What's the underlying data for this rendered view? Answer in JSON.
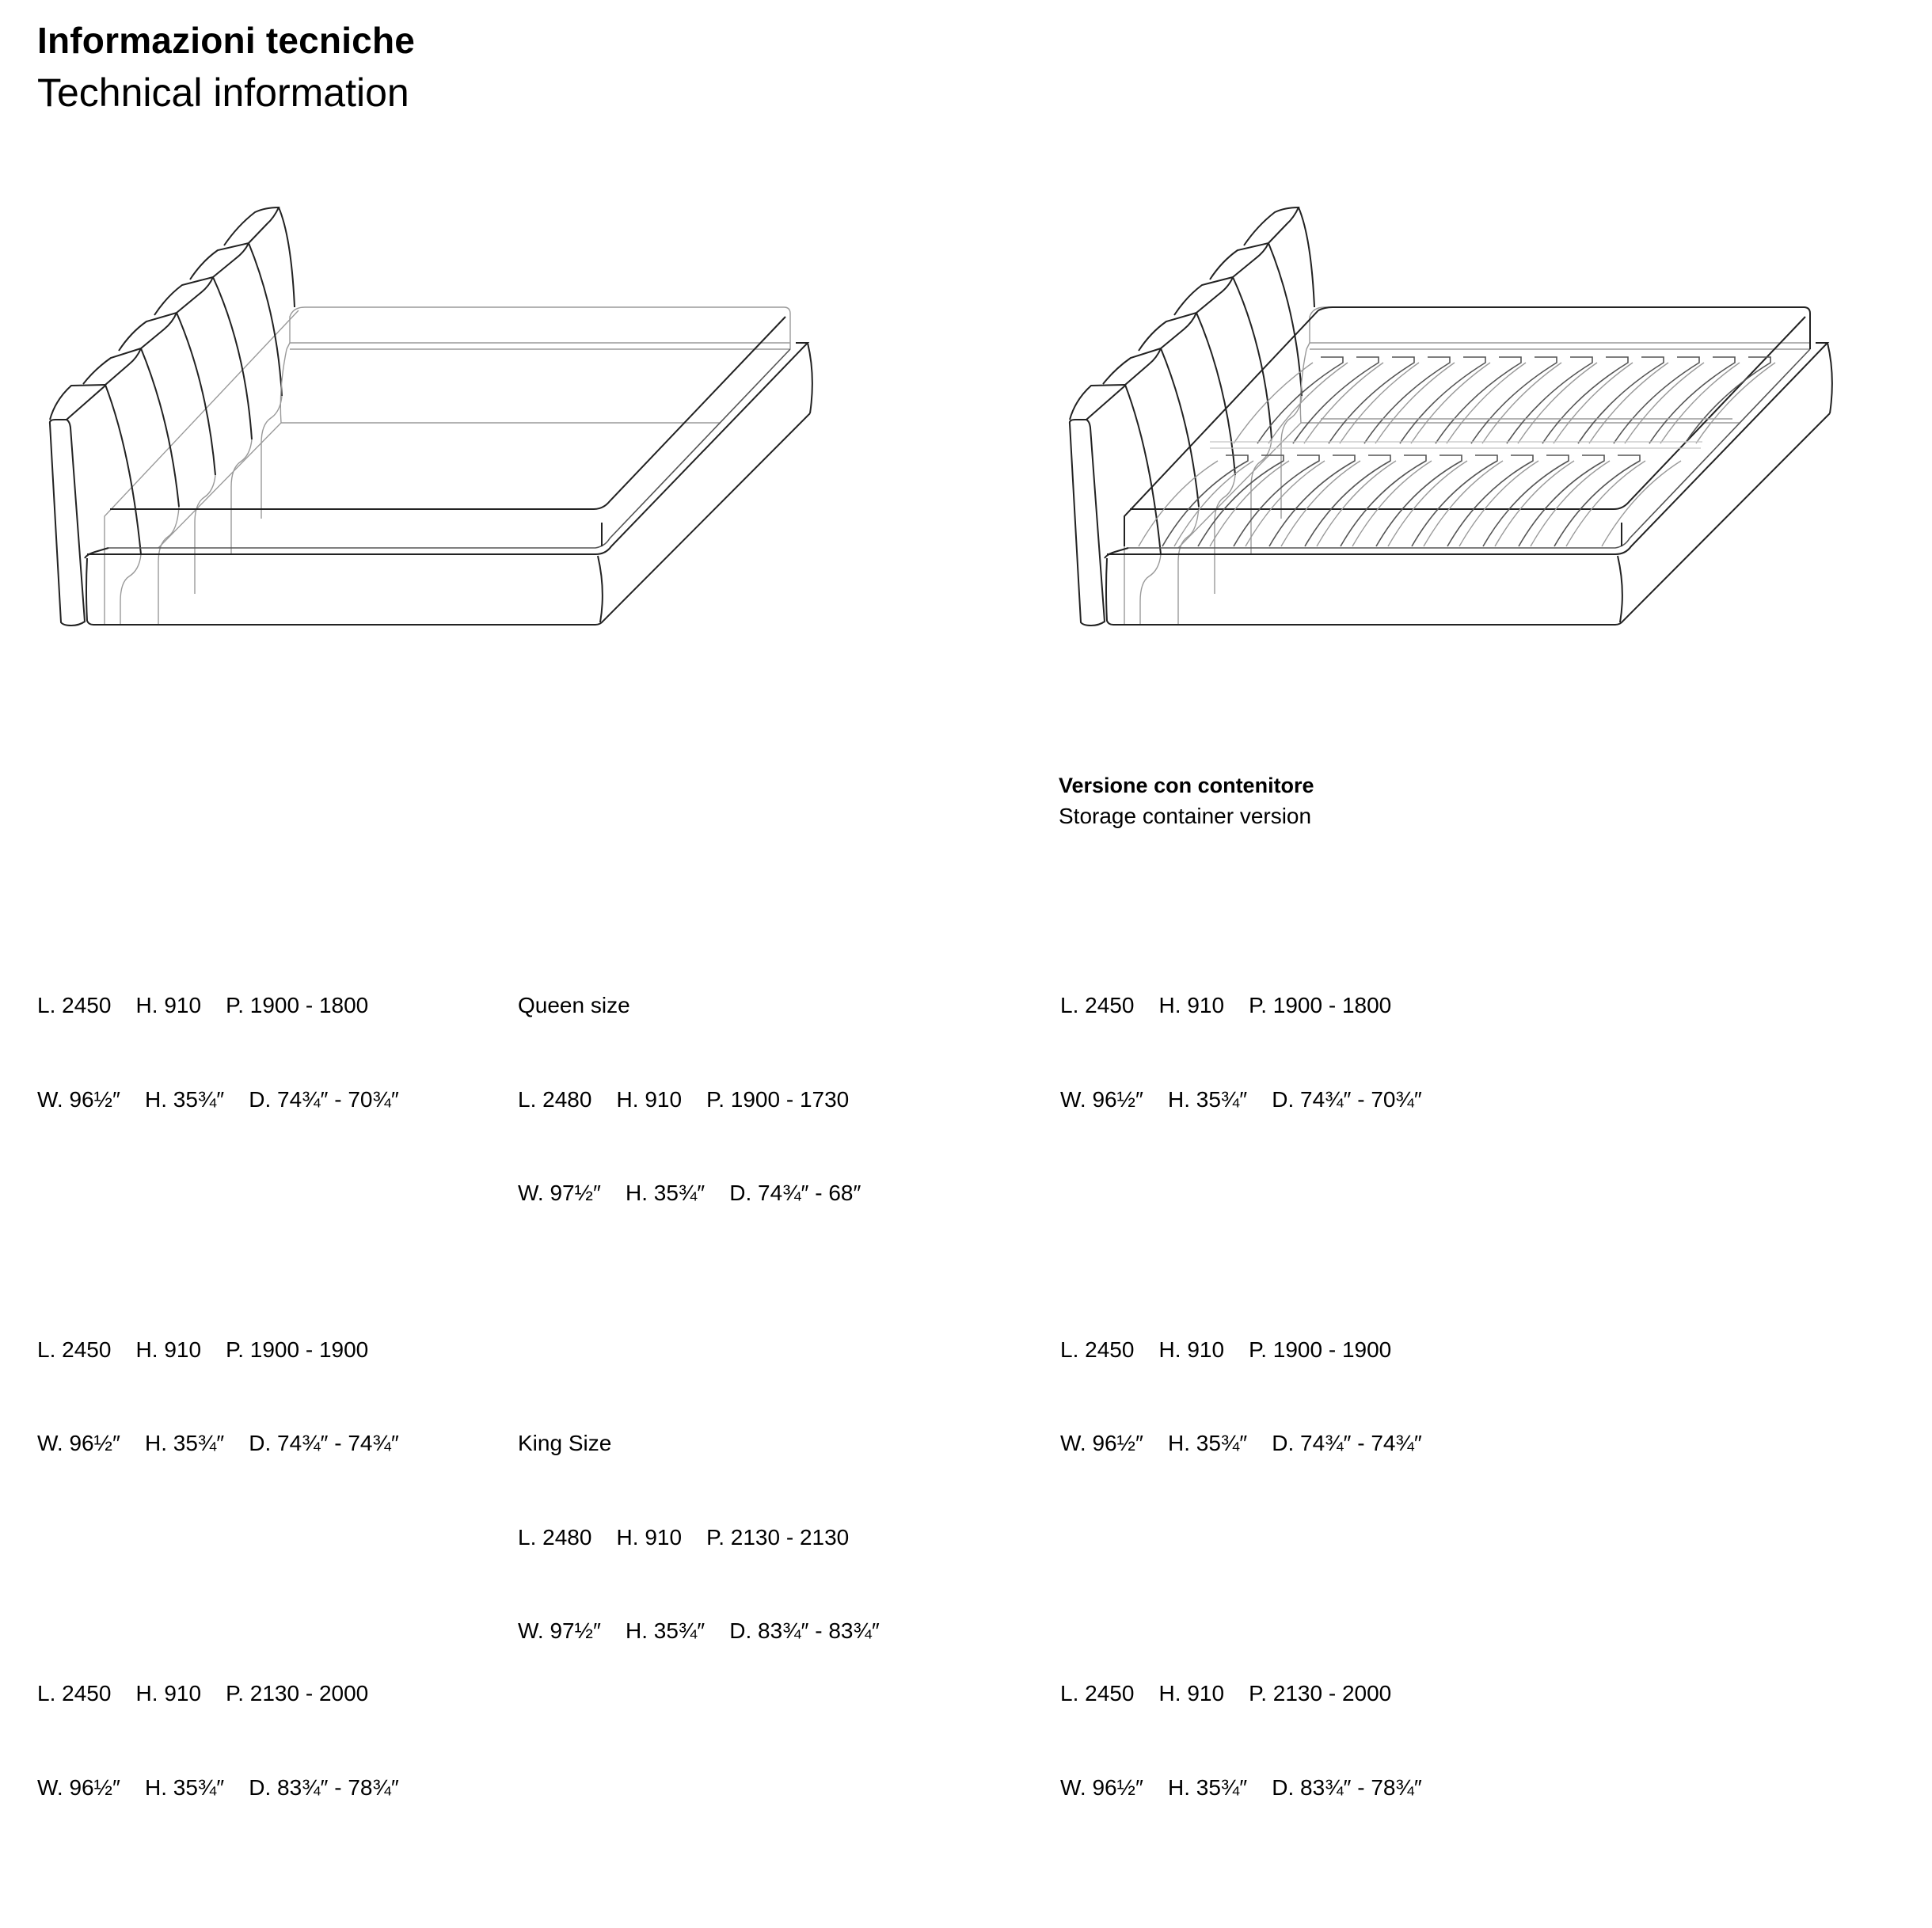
{
  "header": {
    "title_it": "Informazioni tecniche",
    "title_en": "Technical information"
  },
  "drawings": [
    {
      "name": "bed-standard",
      "description": "Bed with tufted headboard, standard base"
    },
    {
      "name": "bed-storage",
      "description": "Bed with tufted headboard and slatted storage container"
    }
  ],
  "standard": {
    "blocks": [
      {
        "metric": "L. 2450    H. 910    P. 1900 - 1800",
        "imperial": "W. 96½″    H. 35¾″    D. 74¾″ - 70¾″"
      },
      {
        "metric": "L. 2450    H. 910    P. 1900 - 1900",
        "imperial": "W. 96½″    H. 35¾″    D. 74¾″ - 74¾″"
      },
      {
        "metric": "L. 2450    H. 910    P. 2130 - 2000",
        "imperial": "W. 96½″    H. 35¾″    D. 83¾″ - 78¾″"
      }
    ]
  },
  "us_sizes": {
    "blocks": [
      {
        "label": "Queen size",
        "metric": "L. 2480    H. 910    P. 1900 - 1730",
        "imperial": "W. 97½″    H. 35¾″    D. 74¾″ - 68″"
      },
      {
        "label": "King Size",
        "metric": "L. 2480    H. 910    P. 2130 - 2130",
        "imperial": "W. 97½″    H. 35¾″    D. 83¾″ - 83¾″"
      }
    ]
  },
  "storage_version": {
    "title_it": "Versione con contenitore",
    "title_en": "Storage container version",
    "blocks": [
      {
        "metric": "L. 2450    H. 910    P. 1900 - 1800",
        "imperial": "W. 96½″    H. 35¾″    D. 74¾″ - 70¾″"
      },
      {
        "metric": "L. 2450    H. 910    P. 1900 - 1900",
        "imperial": "W. 96½″    H. 35¾″    D. 74¾″ - 74¾″"
      },
      {
        "metric": "L. 2450    H. 910    P. 2130 - 2000",
        "imperial": "W. 96½″    H. 35¾″    D. 83¾″ - 78¾″"
      }
    ]
  },
  "colors": {
    "text": "#000000",
    "line_dark": "#222222",
    "line_light": "#9a9a9a",
    "background": "#ffffff"
  }
}
